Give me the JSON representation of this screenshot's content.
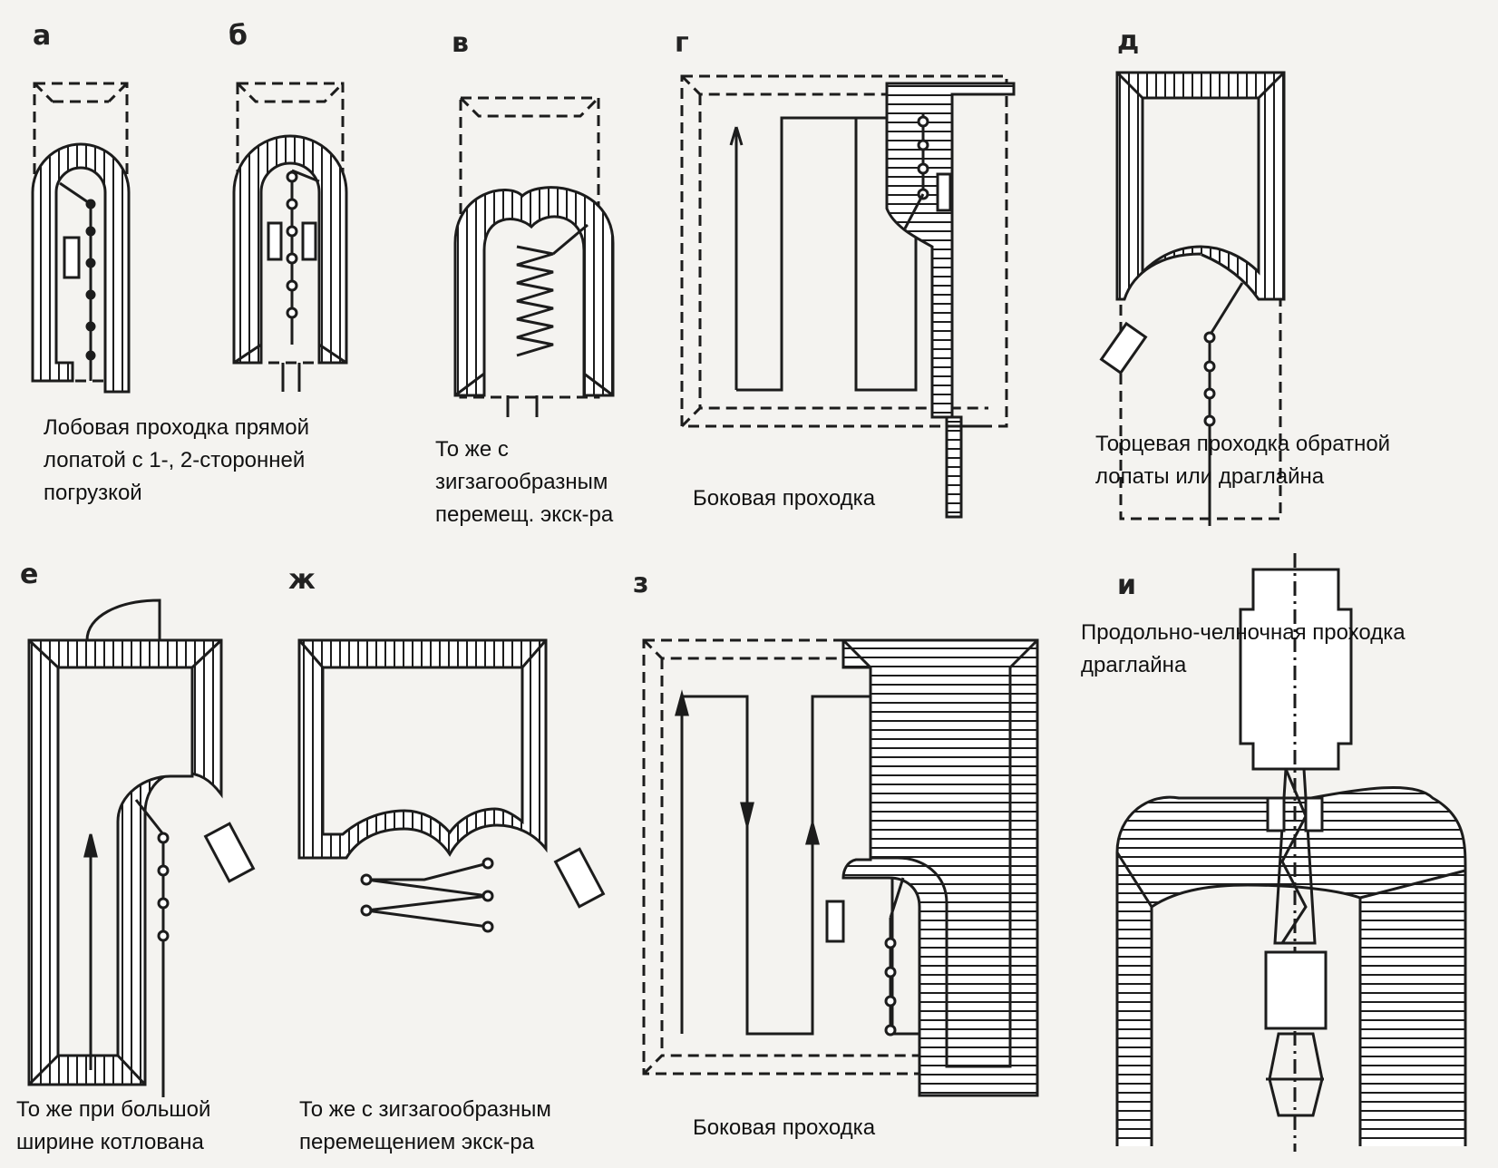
{
  "panels": [
    {
      "letter": "а",
      "caption": [
        "Лобовая проходка прямой",
        "лопатой с 1-, 2-сторонней",
        "погрузкой"
      ]
    },
    {
      "letter": "б",
      "caption": []
    },
    {
      "letter": "в",
      "caption": [
        "То же с",
        "зигзагообразным",
        "перемещ. экск-ра"
      ]
    },
    {
      "letter": "г",
      "caption": [
        "Боковая проходка"
      ]
    },
    {
      "letter": "д",
      "caption": [
        "Торцевая проходка обратной",
        "лопаты или драглайна"
      ]
    },
    {
      "letter": "е",
      "caption": [
        "То же при большой",
        "ширине котлована"
      ]
    },
    {
      "letter": "ж",
      "caption": [
        "То же с зигзагообразным",
        "перемещением экск-ра"
      ]
    },
    {
      "letter": "з",
      "caption": [
        "Боковая проходка"
      ]
    },
    {
      "letter": "и",
      "caption": [
        "Продольно-челночная проходка",
        "драглайна"
      ]
    }
  ],
  "colors": {
    "ink": "#1c1c1c",
    "paper": "#f4f3f0",
    "hatch_fill": "#ffffff"
  }
}
